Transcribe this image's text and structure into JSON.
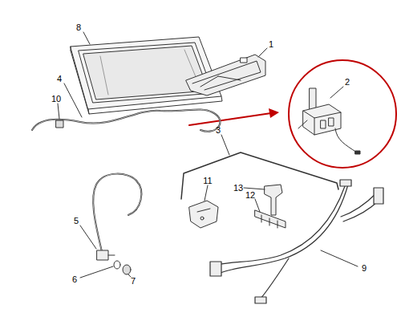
{
  "diagram": {
    "labels": [
      "8",
      "1",
      "4",
      "2",
      "10",
      "3",
      "11",
      "13",
      "12",
      "5",
      "9",
      "6",
      "7"
    ]
  }
}
